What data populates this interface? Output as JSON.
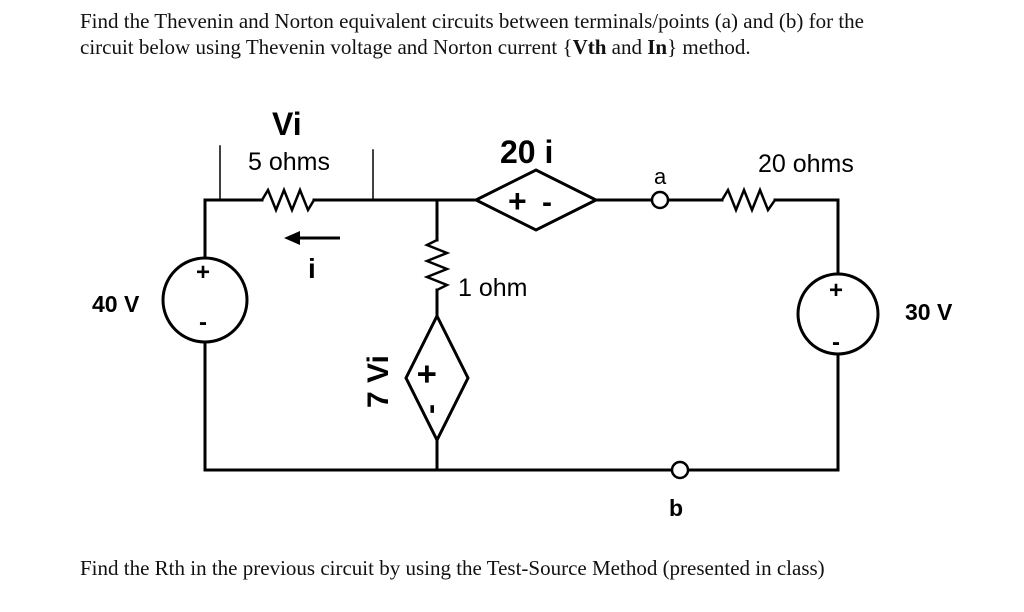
{
  "problem": {
    "line1": "Find the Thevenin and Norton equivalent circuits between terminals/points (a) and (b) for the",
    "line2_pre": "circuit below using Thevenin voltage and Norton current {",
    "line2_vth": "Vth",
    "line2_and": " and ",
    "line2_in": "In",
    "line2_post": "} method."
  },
  "circuit": {
    "vi_label": "Vi",
    "r1_label": "5 ohms",
    "current_label": "i",
    "dep_voltage_label": "20 i",
    "dep_voltage_plus": "+",
    "dep_voltage_minus": "-",
    "node_a": "a",
    "node_b": "b",
    "r3_label": "20 ohms",
    "r2_label": "1 ohm",
    "source_left_label": "40 V",
    "source_right_label": "30 V",
    "source_left_plus": "+",
    "source_left_minus": "-",
    "source_right_plus": "+",
    "source_right_minus": "-",
    "dep_vcvs_label": "7 Vi",
    "dep_vcvs_plus": "+",
    "dep_vcvs_minus": "-"
  },
  "footer": {
    "text": "Find the Rth in the previous circuit by using the Test-Source Method (presented in class)"
  }
}
